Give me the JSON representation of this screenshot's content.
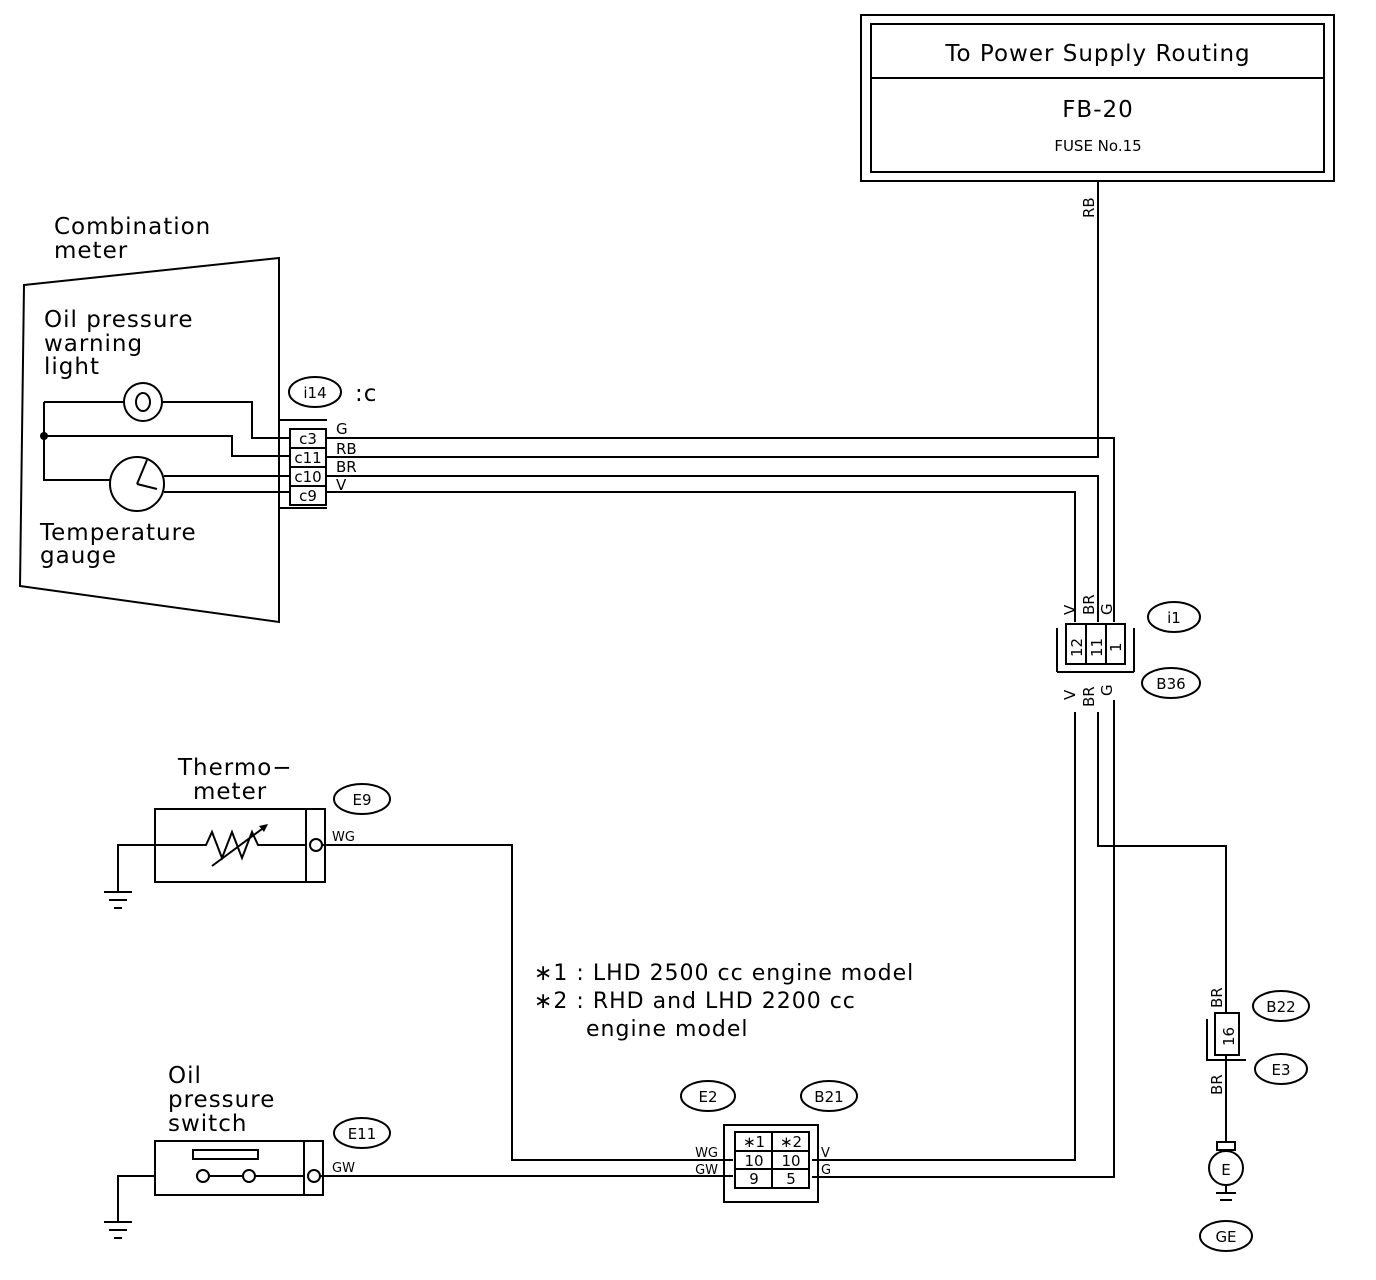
{
  "power_box": {
    "title": "To Power Supply Routing",
    "fuse_block": "FB-20",
    "fuse_no": "FUSE No.15"
  },
  "combination_meter": {
    "title_line1": "Combination",
    "title_line2": "meter",
    "warning_light_line1": "Oil pressure",
    "warning_light_line2": "warning",
    "warning_light_line3": "light",
    "temp_gauge_line1": "Temperature",
    "temp_gauge_line2": "gauge"
  },
  "connector_i14": {
    "id": "i14",
    "suffix": ":c",
    "pins": [
      "c3",
      "c11",
      "c10",
      "c9"
    ],
    "wires": [
      "G",
      "RB",
      "BR",
      "V"
    ]
  },
  "wire_power": "RB",
  "connector_i1": {
    "id": "i1",
    "mate": "B36",
    "pins": [
      "12",
      "11",
      "1"
    ],
    "wires_top": [
      "V",
      "BR",
      "G"
    ],
    "wires_bottom": [
      "V",
      "BR",
      "G"
    ]
  },
  "thermometer": {
    "label_line1": "Thermo−",
    "label_line2": "meter",
    "connector": "E9",
    "wire": "WG"
  },
  "oil_switch": {
    "label_line1": "Oil",
    "label_line2": "pressure",
    "label_line3": "switch",
    "connector": "E11",
    "wire": "GW"
  },
  "notes": {
    "line1": "∗1 : LHD 2500 cc engine model",
    "line2": "∗2 : RHD and LHD 2200 cc",
    "line3": "engine model"
  },
  "connector_e2": {
    "id": "E2",
    "mate": "B21",
    "pins_row1": [
      "∗1",
      "∗2"
    ],
    "pins_row2": [
      "10",
      "10"
    ],
    "pins_row3": [
      "9",
      "5"
    ],
    "wires_left": [
      "WG",
      "GW"
    ],
    "wires_right": [
      "V",
      "G"
    ]
  },
  "connector_b22": {
    "id": "B22",
    "mate": "E3",
    "pin": "16",
    "wire_top": "BR",
    "wire_bottom": "BR"
  },
  "ground": {
    "terminal": "E",
    "point": "GE"
  }
}
